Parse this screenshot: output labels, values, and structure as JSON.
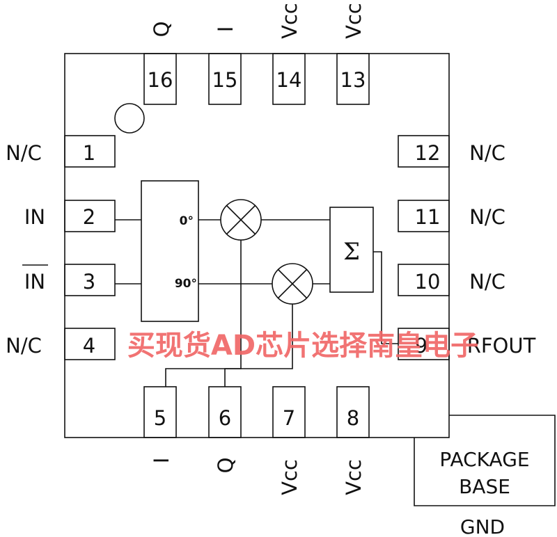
{
  "pins": [
    {
      "num": "1",
      "label": "N/C"
    },
    {
      "num": "2",
      "label": "IN"
    },
    {
      "num": "3",
      "label": "IN"
    },
    {
      "num": "4",
      "label": "N/C"
    },
    {
      "num": "5",
      "label": "I"
    },
    {
      "num": "6",
      "label": "Q"
    },
    {
      "num": "7",
      "label": "Vcc"
    },
    {
      "num": "8",
      "label": "Vcc"
    },
    {
      "num": "9",
      "label": "RFOUT"
    },
    {
      "num": "10",
      "label": "N/C"
    },
    {
      "num": "11",
      "label": "N/C"
    },
    {
      "num": "12",
      "label": "N/C"
    },
    {
      "num": "13",
      "label": "Vcc"
    },
    {
      "num": "14",
      "label": "Vcc"
    },
    {
      "num": "15",
      "label": "I"
    },
    {
      "num": "16",
      "label": "Q"
    }
  ],
  "splitter": {
    "phase_0": "0°",
    "phase_90": "90°"
  },
  "summer_symbol": "Σ",
  "package_base": {
    "line1": "PACKAGE",
    "line2": "BASE",
    "gnd": "GND"
  },
  "watermark": "买现货AD芯片选择南皇电子"
}
